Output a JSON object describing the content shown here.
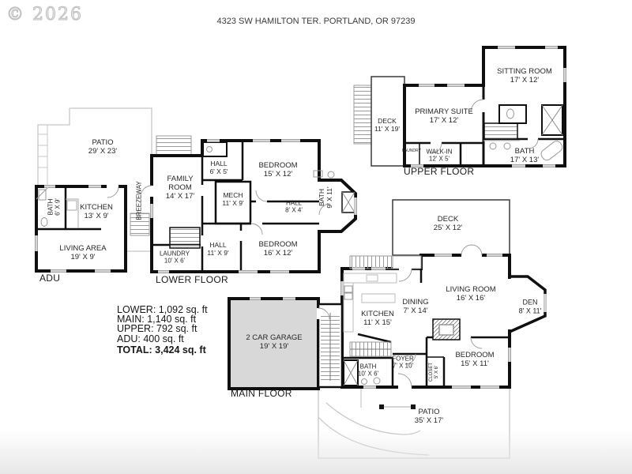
{
  "watermark": "© 2026",
  "header": {
    "address": "4323 SW HAMILTON TER. PORTLAND, OR 97239"
  },
  "floors": {
    "upper": {
      "label": "UPPER FLOOR",
      "rooms": [
        {
          "name": "DECK",
          "dims": "11' X 19'"
        },
        {
          "name": "PRIMARY SUITE",
          "dims": "17' X 12'"
        },
        {
          "name": "SITTING ROOM",
          "dims": "17' X 12'"
        },
        {
          "name": "LAUNDRY",
          "dims": ""
        },
        {
          "name": "WALK-IN",
          "dims": "12' X 5'"
        },
        {
          "name": "BATH",
          "dims": "17' X 13'"
        }
      ]
    },
    "lower": {
      "label": "LOWER FLOOR",
      "rooms": [
        {
          "name": "FAMILY ROOM",
          "dims": "14' X 17'"
        },
        {
          "name": "HALL",
          "dims": "6' X 5'"
        },
        {
          "name": "BEDROOM",
          "dims": "15' X 12'"
        },
        {
          "name": "MECH",
          "dims": "11' X 9'"
        },
        {
          "name": "HALL",
          "dims": "8' X 4'"
        },
        {
          "name": "BATH",
          "dims": "9' X 11'"
        },
        {
          "name": "HALL",
          "dims": "11' X 9'"
        },
        {
          "name": "BEDROOM",
          "dims": "16' X 12'"
        },
        {
          "name": "LAUNDRY",
          "dims": "10' X 6'"
        },
        {
          "name": "BREEZEWAY",
          "dims": ""
        }
      ]
    },
    "adu": {
      "label": "ADU",
      "rooms": [
        {
          "name": "PATIO",
          "dims": "29' X 23'"
        },
        {
          "name": "BATH",
          "dims": "6' X 9'"
        },
        {
          "name": "KITCHEN",
          "dims": "13' X 9'"
        },
        {
          "name": "LIVING AREA",
          "dims": "19' X 9'"
        }
      ]
    },
    "main": {
      "label": "MAIN FLOOR",
      "rooms": [
        {
          "name": "DECK",
          "dims": "25' X 12'"
        },
        {
          "name": "LIVING ROOM",
          "dims": "16' X 16'"
        },
        {
          "name": "DINING",
          "dims": "7' X 14'"
        },
        {
          "name": "KITCHEN",
          "dims": "11' X 15'"
        },
        {
          "name": "DEN",
          "dims": "8' X 11'"
        },
        {
          "name": "2 CAR GARAGE",
          "dims": "19' X 19'"
        },
        {
          "name": "BATH",
          "dims": "10' X 6'"
        },
        {
          "name": "FOYER",
          "dims": "7' X 10'"
        },
        {
          "name": "BEDROOM",
          "dims": "15' X 11'"
        },
        {
          "name": "CLOSET",
          "dims": "5' X 6'"
        },
        {
          "name": "PATIO",
          "dims": "35' X 17'"
        }
      ]
    }
  },
  "summary": {
    "lower": "LOWER: 1,092 sq. ft",
    "main": "MAIN: 1,140 sq. ft",
    "upper": "UPPER: 792 sq. ft",
    "adu": "ADU: 400 sq. ft",
    "total": "TOTAL: 3,424 sq. ft"
  },
  "colors": {
    "wall": "#0f0f0f",
    "garage_fill": "#d8d8d8",
    "light_outline": "#c7c7c7",
    "text": "#2b2b2b",
    "watermark": "#c4c4c4"
  }
}
